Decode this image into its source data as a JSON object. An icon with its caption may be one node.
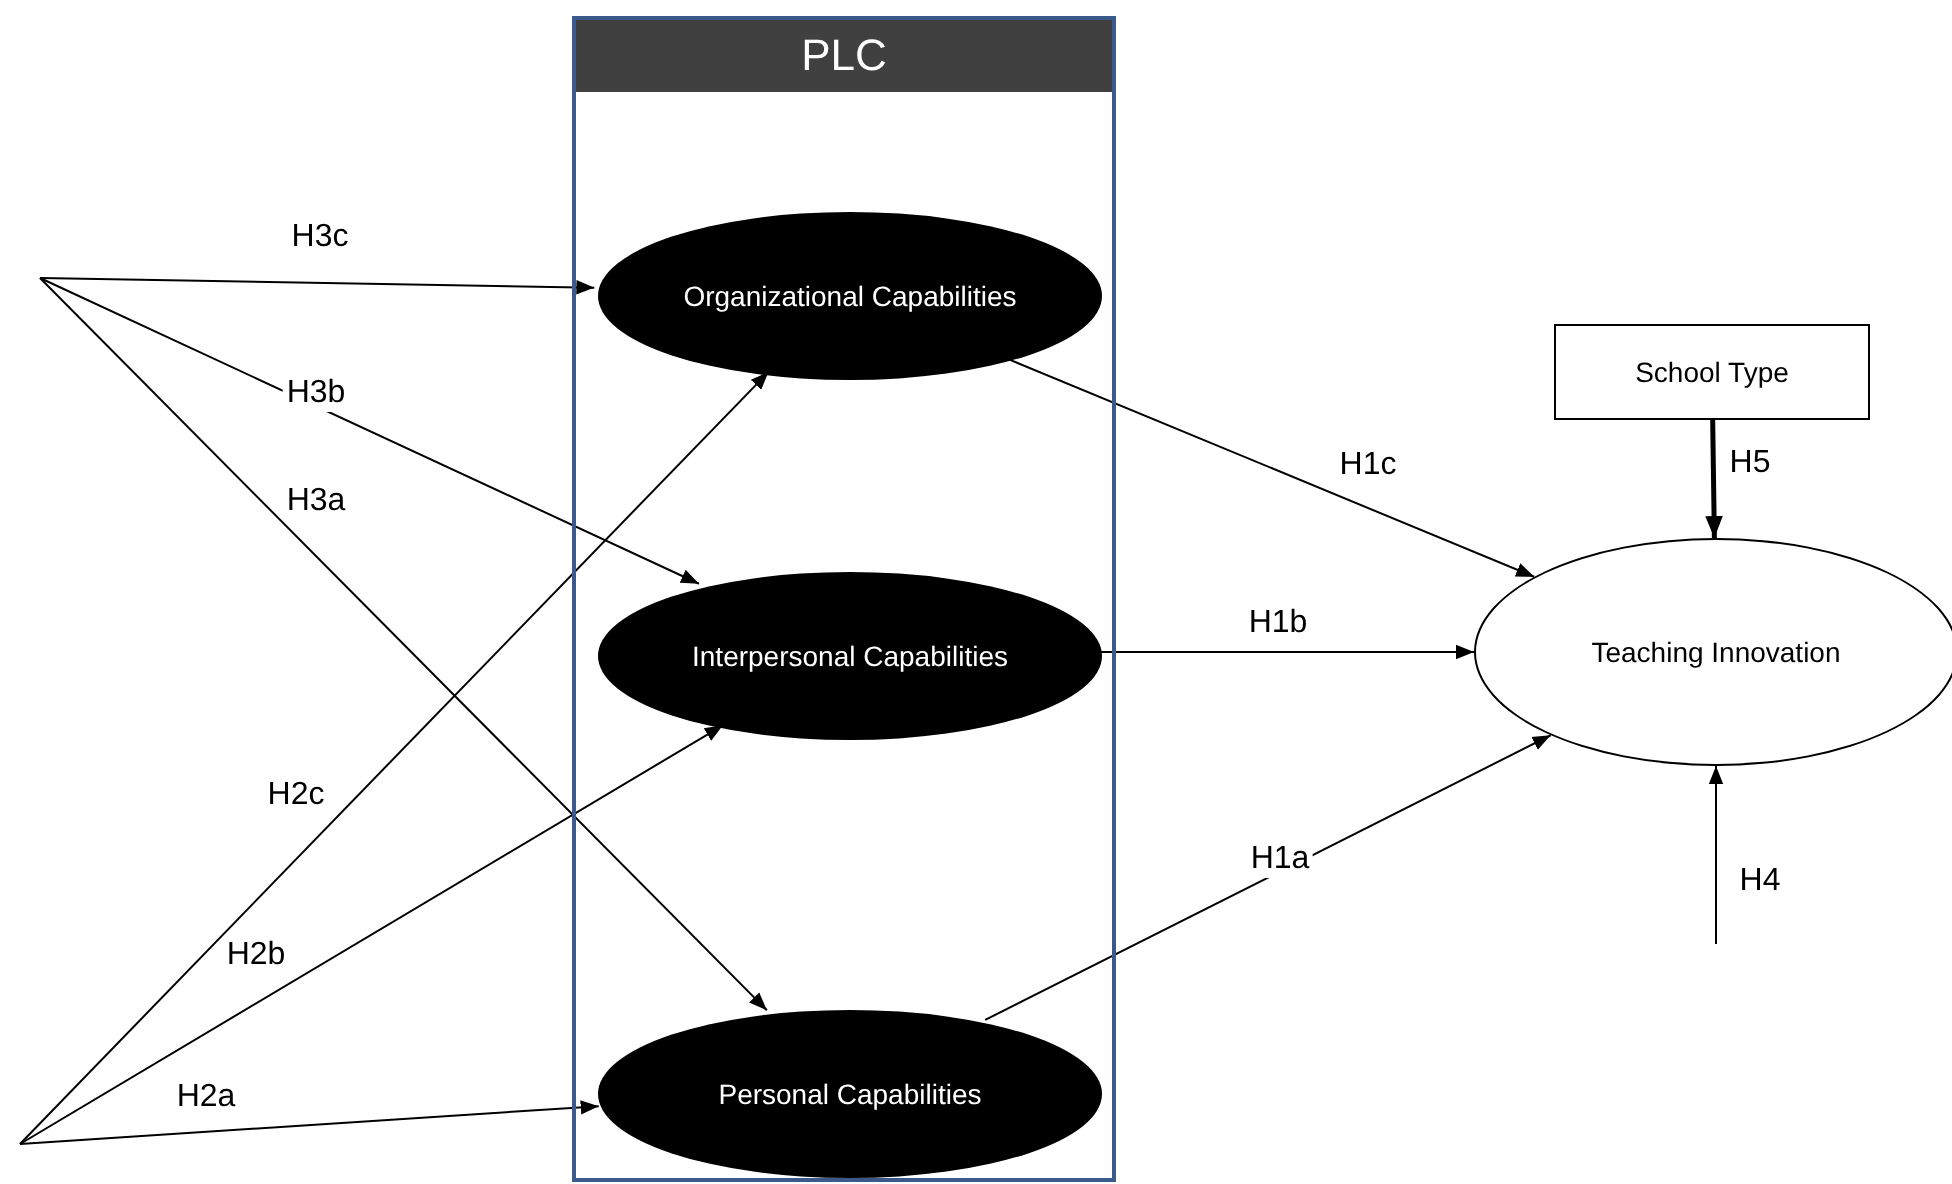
{
  "diagram": {
    "nodes": [
      {
        "text": [
          "PLC"
        ]
      },
      {
        "text": [
          "Organizational Capabilities"
        ],
        "in": 0
      },
      {
        "text": [
          "Interpersonal Capabilities"
        ],
        "in": 0
      },
      {
        "text": [
          "Personal Capabilities"
        ],
        "in": 0
      },
      {
        "text": [
          "School Type"
        ]
      },
      {
        "text": [
          "Teaching Innovation"
        ]
      }
    ],
    "edges": [
      {
        "from": null,
        "to": 1,
        "arrow": "to",
        "label": "H3c"
      },
      {
        "from": null,
        "to": 2,
        "arrow": "to",
        "label": "H3b"
      },
      {
        "from": null,
        "to": 3,
        "arrow": "to",
        "label": "H3a"
      },
      {
        "from": null,
        "to": 1,
        "arrow": "to",
        "label": "H2c"
      },
      {
        "from": null,
        "to": 2,
        "arrow": "to",
        "label": "H2b"
      },
      {
        "from": null,
        "to": 3,
        "arrow": "to",
        "label": "H2a"
      },
      {
        "from": 1,
        "to": 5,
        "arrow": "to",
        "label": "H1c"
      },
      {
        "from": 2,
        "to": 5,
        "arrow": "to",
        "label": "H1b"
      },
      {
        "from": 3,
        "to": 5,
        "arrow": "to",
        "label": "H1a"
      },
      {
        "from": 4,
        "to": 5,
        "arrow": "to",
        "label": "H5",
        "style": "thick"
      },
      {
        "from": null,
        "to": 5,
        "arrow": "to",
        "label": "H4"
      }
    ]
  }
}
